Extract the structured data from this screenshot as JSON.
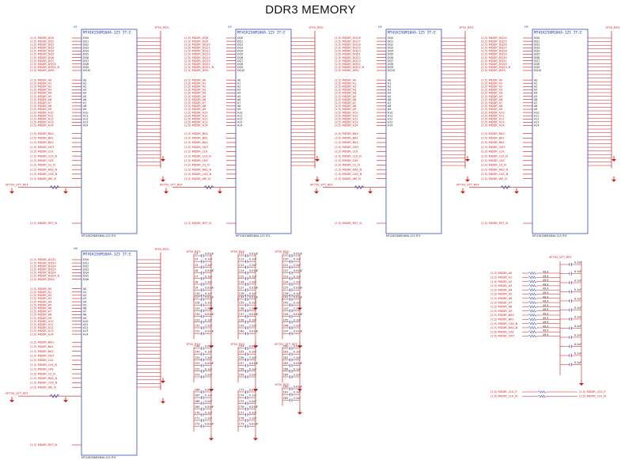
{
  "page": {
    "title": "DDR3 MEMORY"
  },
  "chip": {
    "part_title": "MT41K256M16HA-125 IT:E",
    "part_footer": "MT41K256M16HA-125 IT:E",
    "power_label": "1P5V_REG"
  },
  "chips": [
    {
      "ref": "U2",
      "dq": [
        "(2,5) MDDR_DQ0",
        "(2,5) MDDR_DQ1",
        "(2,5) MDDR_DQ2",
        "(2,5) MDDR_DQ3",
        "(2,5) MDDR_DQ4",
        "(2,5) MDDR_DQ5",
        "(2,5) MDDR_DQ6",
        "(2,5) MDDR_DQ7",
        "(2,5) MDDR_DQS0",
        "(2,5) MDDR_DQS0_N",
        "(2,5) MDDR_DM0"
      ]
    },
    {
      "ref": "U3",
      "dq": [
        "(2,5) MDDR_DQ8",
        "(2,5) MDDR_DQ9",
        "(2,5) MDDR_DQ10",
        "(2,5) MDDR_DQ11",
        "(2,5) MDDR_DQ12",
        "(2,5) MDDR_DQ13",
        "(2,5) MDDR_DQ14",
        "(2,5) MDDR_DQ15",
        "(2,5) MDDR_DQS1",
        "(2,5) MDDR_DQS1_N",
        "(2,5) MDDR_DM1"
      ]
    },
    {
      "ref": "U4",
      "dq": [
        "(2,5) MDDR_DQ16",
        "(2,5) MDDR_DQ17",
        "(2,5) MDDR_DQ18",
        "(2,5) MDDR_DQ19",
        "(2,5) MDDR_DQ20",
        "(2,5) MDDR_DQ21",
        "(2,5) MDDR_DQ22",
        "(2,5) MDDR_DQ23",
        "(2,5) MDDR_DQS2",
        "(2,5) MDDR_DQS2_N",
        "(2,5) MDDR_DM2"
      ]
    },
    {
      "ref": "U5",
      "dq": [
        "(2,5) MDDR_DQ24",
        "(2,5) MDDR_DQ25",
        "(2,5) MDDR_DQ26",
        "(2,5) MDDR_DQ27",
        "(2,5) MDDR_DQ28",
        "(2,5) MDDR_DQ29",
        "(2,5) MDDR_DQ30",
        "(2,5) MDDR_DQ31",
        "(2,5) MDDR_DQS3",
        "(2,5) MDDR_DQS3_N",
        "(2,5) MDDR_DM3"
      ]
    },
    {
      "ref": "U6",
      "dq": [
        "(2,5) MDDR_DQ32",
        "(2,5) MDDR_DQ33",
        "(2,5) MDDR_DQ34",
        "(2,5) MDDR_DQ35",
        "(2,5) MDDR_DQS4",
        "(2,5) MDDR_DQS4_N",
        "(2,5) MDDR_DM4"
      ]
    }
  ],
  "address_labels": [
    "(2,5) MDDR_A0",
    "(2,5) MDDR_A1",
    "(2,5) MDDR_A2",
    "(2,5) MDDR_A3",
    "(2,5) MDDR_A4",
    "(2,5) MDDR_A5",
    "(2,5) MDDR_A6",
    "(2,5) MDDR_A7",
    "(2,5) MDDR_A8",
    "(2,5) MDDR_A9",
    "(2,5) MDDR_A10",
    "(2,5) MDDR_A11",
    "(2,5) MDDR_A12",
    "(2,5) MDDR_A13",
    "(2,5) MDDR_A14"
  ],
  "control_labels": [
    "(2,5) MDDR_BA0",
    "(2,5) MDDR_BA1",
    "(2,5) MDDR_BA2",
    "(2,5) MDDR_ODT",
    "(2,5) MDDR_CLK",
    "(2,5) MDDR_CLK_N",
    "(2,5) MDDR_CKE",
    "(2,5) MDDR_CS_N",
    "(2,5) MDDR_RAS_N",
    "(2,5) MDDR_CAS_N",
    "(2,5) MDDR_WE_N"
  ],
  "reset_label": "(2,5) MDDR_RST_N",
  "vtt_label": "0P75V_VTT_REF",
  "decoupling": {
    "power_label": "1P5V_REG",
    "vtt_label": "0P75V_VTT_REF",
    "cap_values": [
      "0.01uF",
      "0.1uF",
      "2.2uF"
    ]
  },
  "termination": {
    "power_label": "0P75V_VTT_REF",
    "resistor_value": "49.9",
    "cap_value": "0.1uF",
    "signals": [
      "(2,5) MDDR_A0",
      "(2,5) MDDR_A1",
      "(2,5) MDDR_A2",
      "(2,5) MDDR_A3",
      "(2,5) MDDR_A4",
      "(2,5) MDDR_A5",
      "(2,5) MDDR_A6",
      "(2,5) MDDR_A7",
      "(2,5) MDDR_A8",
      "(2,5) MDDR_A9",
      "(2,5) MDDR_BA0",
      "(2,5) MDDR_BA1",
      "(2,5) MDDR_CAS_N",
      "(2,5) MDDR_RAS_N",
      "(2,5) MDDR_CKE",
      "(2,5) MDDR_ODT"
    ],
    "clock_signals": [
      "(2,5) MDDR_CLK_P",
      "(2,5) MDDR_CLK_N"
    ]
  },
  "colors": {
    "wire": "#c81818",
    "part_outline": "#1c2fb0",
    "ground": "#c81818"
  }
}
